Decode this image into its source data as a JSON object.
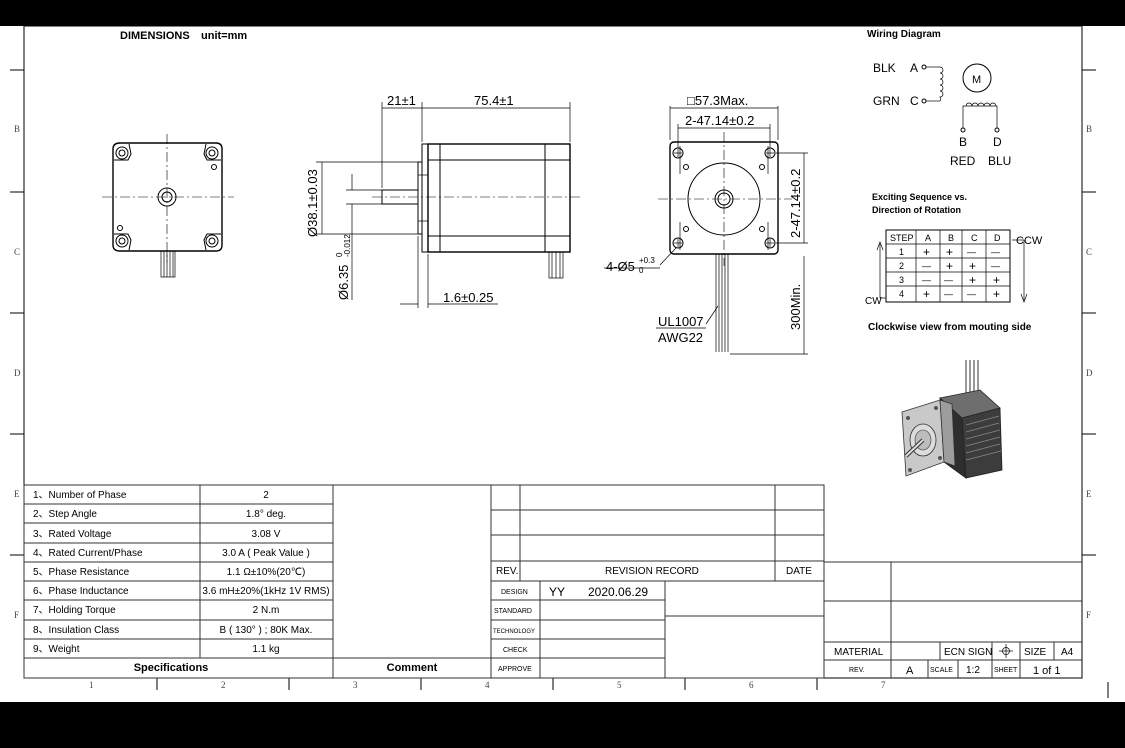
{
  "header": {
    "dimensions": "DIMENSIONS",
    "unit": "unit=mm"
  },
  "dims": {
    "d21": "21±1",
    "d75": "75.4±1",
    "d381": "Ø38.1±0.03",
    "d635": "Ø6.35",
    "d635_sup": "0",
    "d635_sub": "-0.012",
    "d16": "1.6±0.25",
    "d573": "□57.3Max.",
    "d4714a": "2-47.14±0.2",
    "d4714b": "2-47.14±0.2",
    "holes": "4-Ø5",
    "holes_sup": "+0.3",
    "holes_sub": "0",
    "wire_type": "UL1007",
    "wire_gauge": "AWG22",
    "lead_len": "300Min."
  },
  "wiring": {
    "title": "Wiring Diagram",
    "blk": "BLK",
    "a": "A",
    "grn": "GRN",
    "c": "C",
    "motor": "M",
    "b": "B",
    "d": "D",
    "red": "RED",
    "blu": "BLU"
  },
  "sequence": {
    "title1": "Exciting Sequence vs.",
    "title2": "Direction of Rotation",
    "headers": [
      "STEP",
      "A",
      "B",
      "C",
      "D"
    ],
    "rows": [
      [
        "1",
        "+",
        "+",
        "—",
        "—"
      ],
      [
        "2",
        "—",
        "+",
        "+",
        "—"
      ],
      [
        "3",
        "—",
        "—",
        "+",
        "+"
      ],
      [
        "4",
        "+",
        "—",
        "—",
        "+"
      ]
    ],
    "ccw": "CCW",
    "cw": "CW",
    "view_note": "Clockwise view from mouting side"
  },
  "specs": {
    "rows": [
      {
        "n": "1、Number of Phase",
        "v": "2"
      },
      {
        "n": "2、Step Angle",
        "v": "1.8° deg."
      },
      {
        "n": "3、Rated Voltage",
        "v": "3.08 V"
      },
      {
        "n": "4、Rated Current/Phase",
        "v": "3.0 A ( Peak Value )"
      },
      {
        "n": "5、Phase Resistance",
        "v": "1.1 Ω±10%(20℃)"
      },
      {
        "n": "6、Phase Inductance",
        "v": "3.6 mH±20%(1kHz 1V RMS)"
      },
      {
        "n": "7、Holding Torque",
        "v": "2 N.m"
      },
      {
        "n": "8、Insulation Class",
        "v": "B ( 130° ) ; 80K Max."
      },
      {
        "n": "9、Weight",
        "v": "1.1 kg"
      }
    ],
    "footer": "Specifications",
    "comment": "Comment"
  },
  "revision": {
    "rev": "REV.",
    "record": "REVISION RECORD",
    "date": "DATE",
    "design": "DESIGN",
    "designer": "YY",
    "design_date": "2020.06.29",
    "standard": "STANDARD",
    "technology": "TECHNOLOGY",
    "check": "CHECK",
    "approve": "APPROVE"
  },
  "titleblock": {
    "material": "MATERIAL",
    "ecn": "ECN SIGN",
    "size_label": "SIZE",
    "size": "A4",
    "rev_label": "REV.",
    "rev": "A",
    "scale_label": "SCALE",
    "scale": "1:2",
    "sheet_label": "SHEET",
    "sheet": "1 of 1"
  },
  "border": {
    "rows": [
      "B",
      "C",
      "D",
      "E",
      "F"
    ],
    "cols": [
      "1",
      "2",
      "3",
      "4",
      "5",
      "6",
      "7"
    ]
  }
}
